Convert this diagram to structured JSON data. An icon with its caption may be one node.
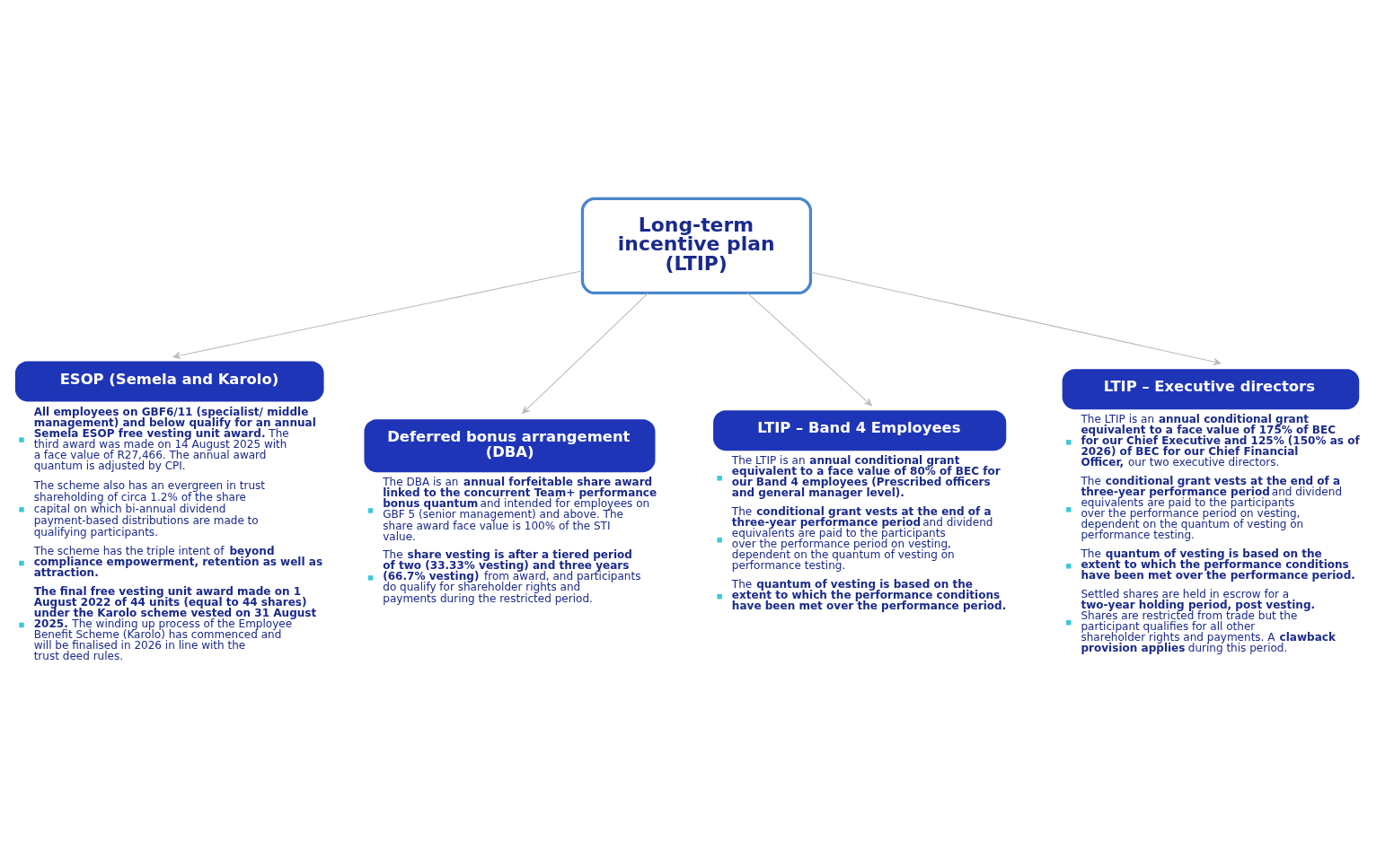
{
  "diagram": {
    "nodes": [
      {
        "text": [
          "Long-term incentive plan (LTIP)"
        ]
      },
      {
        "text": [
          "ESOP (Semela and Karolo)",
          "**All employees on GBF6/11 (specialist/ middle management) and below qualify for an annual Semela ESOP free vesting unit award.** The third award was made on 14 August 2025 with a face value of R27,466. The annual award quantum is adjusted by CPI.",
          "The scheme also has an evergreen in trust shareholding of circa 1.2% of the share capital on which bi-annual dividend payment-based distributions are made to qualifying participants.",
          "The scheme has the triple intent of **beyond compliance empowerment, retention as well as attraction.**",
          "**The final free vesting unit award made on 1 August 2022 of 44 units (equal to 44 shares) under the Karolo scheme vested on 31 August 2025.** The winding up process of the Employee Benefit Scheme (Karolo) has commenced and will be finalised in 2026 in line with the trust deed rules."
        ]
      },
      {
        "text": [
          "Deferred bonus arrangement (DBA)",
          "The DBA is an **annual forfeitable share award linked to the concurrent Team+ performance bonus quantum** and intended for employees on GBF 5 (senior management) and above. The share award face value is 100% of the STI value.",
          "The **share vesting is after a tiered period of two (33.33% vesting) and three years (66.7% vesting)** from award, and participants do qualify for shareholder rights and payments during the restricted period."
        ]
      },
      {
        "text": [
          "LTIP – Band 4 Employees",
          "The LTIP is an **annual conditional grant equivalent to a face value of 80% of BEC for our Band 4 employees (Prescribed officers and general manager level).**",
          "The **conditional grant vests at the end of a three-year performance period** and dividend equivalents are paid to the participants over the performance period on vesting, dependent on the quantum of vesting on performance testing.",
          "The **quantum of vesting is based on the extent to which the performance conditions have been met over the performance period.**"
        ]
      },
      {
        "text": [
          "LTIP – Executive directors",
          "The LTIP is an **annual conditional grant equivalent to a face value of 175% of BEC for our Chief Executive and 125% (150% as of 2026) of BEC for our Chief Financial Officer,** our two executive directors.",
          "The **conditional grant vests at the end of a three-year performance period** and dividend equivalents are paid to the participants over the performance period on vesting, dependent on the quantum of vesting on performance testing.",
          "The **quantum of vesting is based on the extent to which the performance conditions have been met over the performance period.**",
          "Settled shares are held in escrow for a **two-year holding period, post vesting.** Shares are restricted from trade but the participant qualifies for all other shareholder rights and payments. A **clawback provision applies** during this period."
        ]
      }
    ],
    "edges": [
      {
        "from": 0,
        "to": 1,
        "arrow": "to"
      },
      {
        "from": 0,
        "to": 2,
        "arrow": "to"
      },
      {
        "from": 0,
        "to": 3,
        "arrow": "to"
      },
      {
        "from": 0,
        "to": 4,
        "arrow": "to"
      }
    ]
  }
}
